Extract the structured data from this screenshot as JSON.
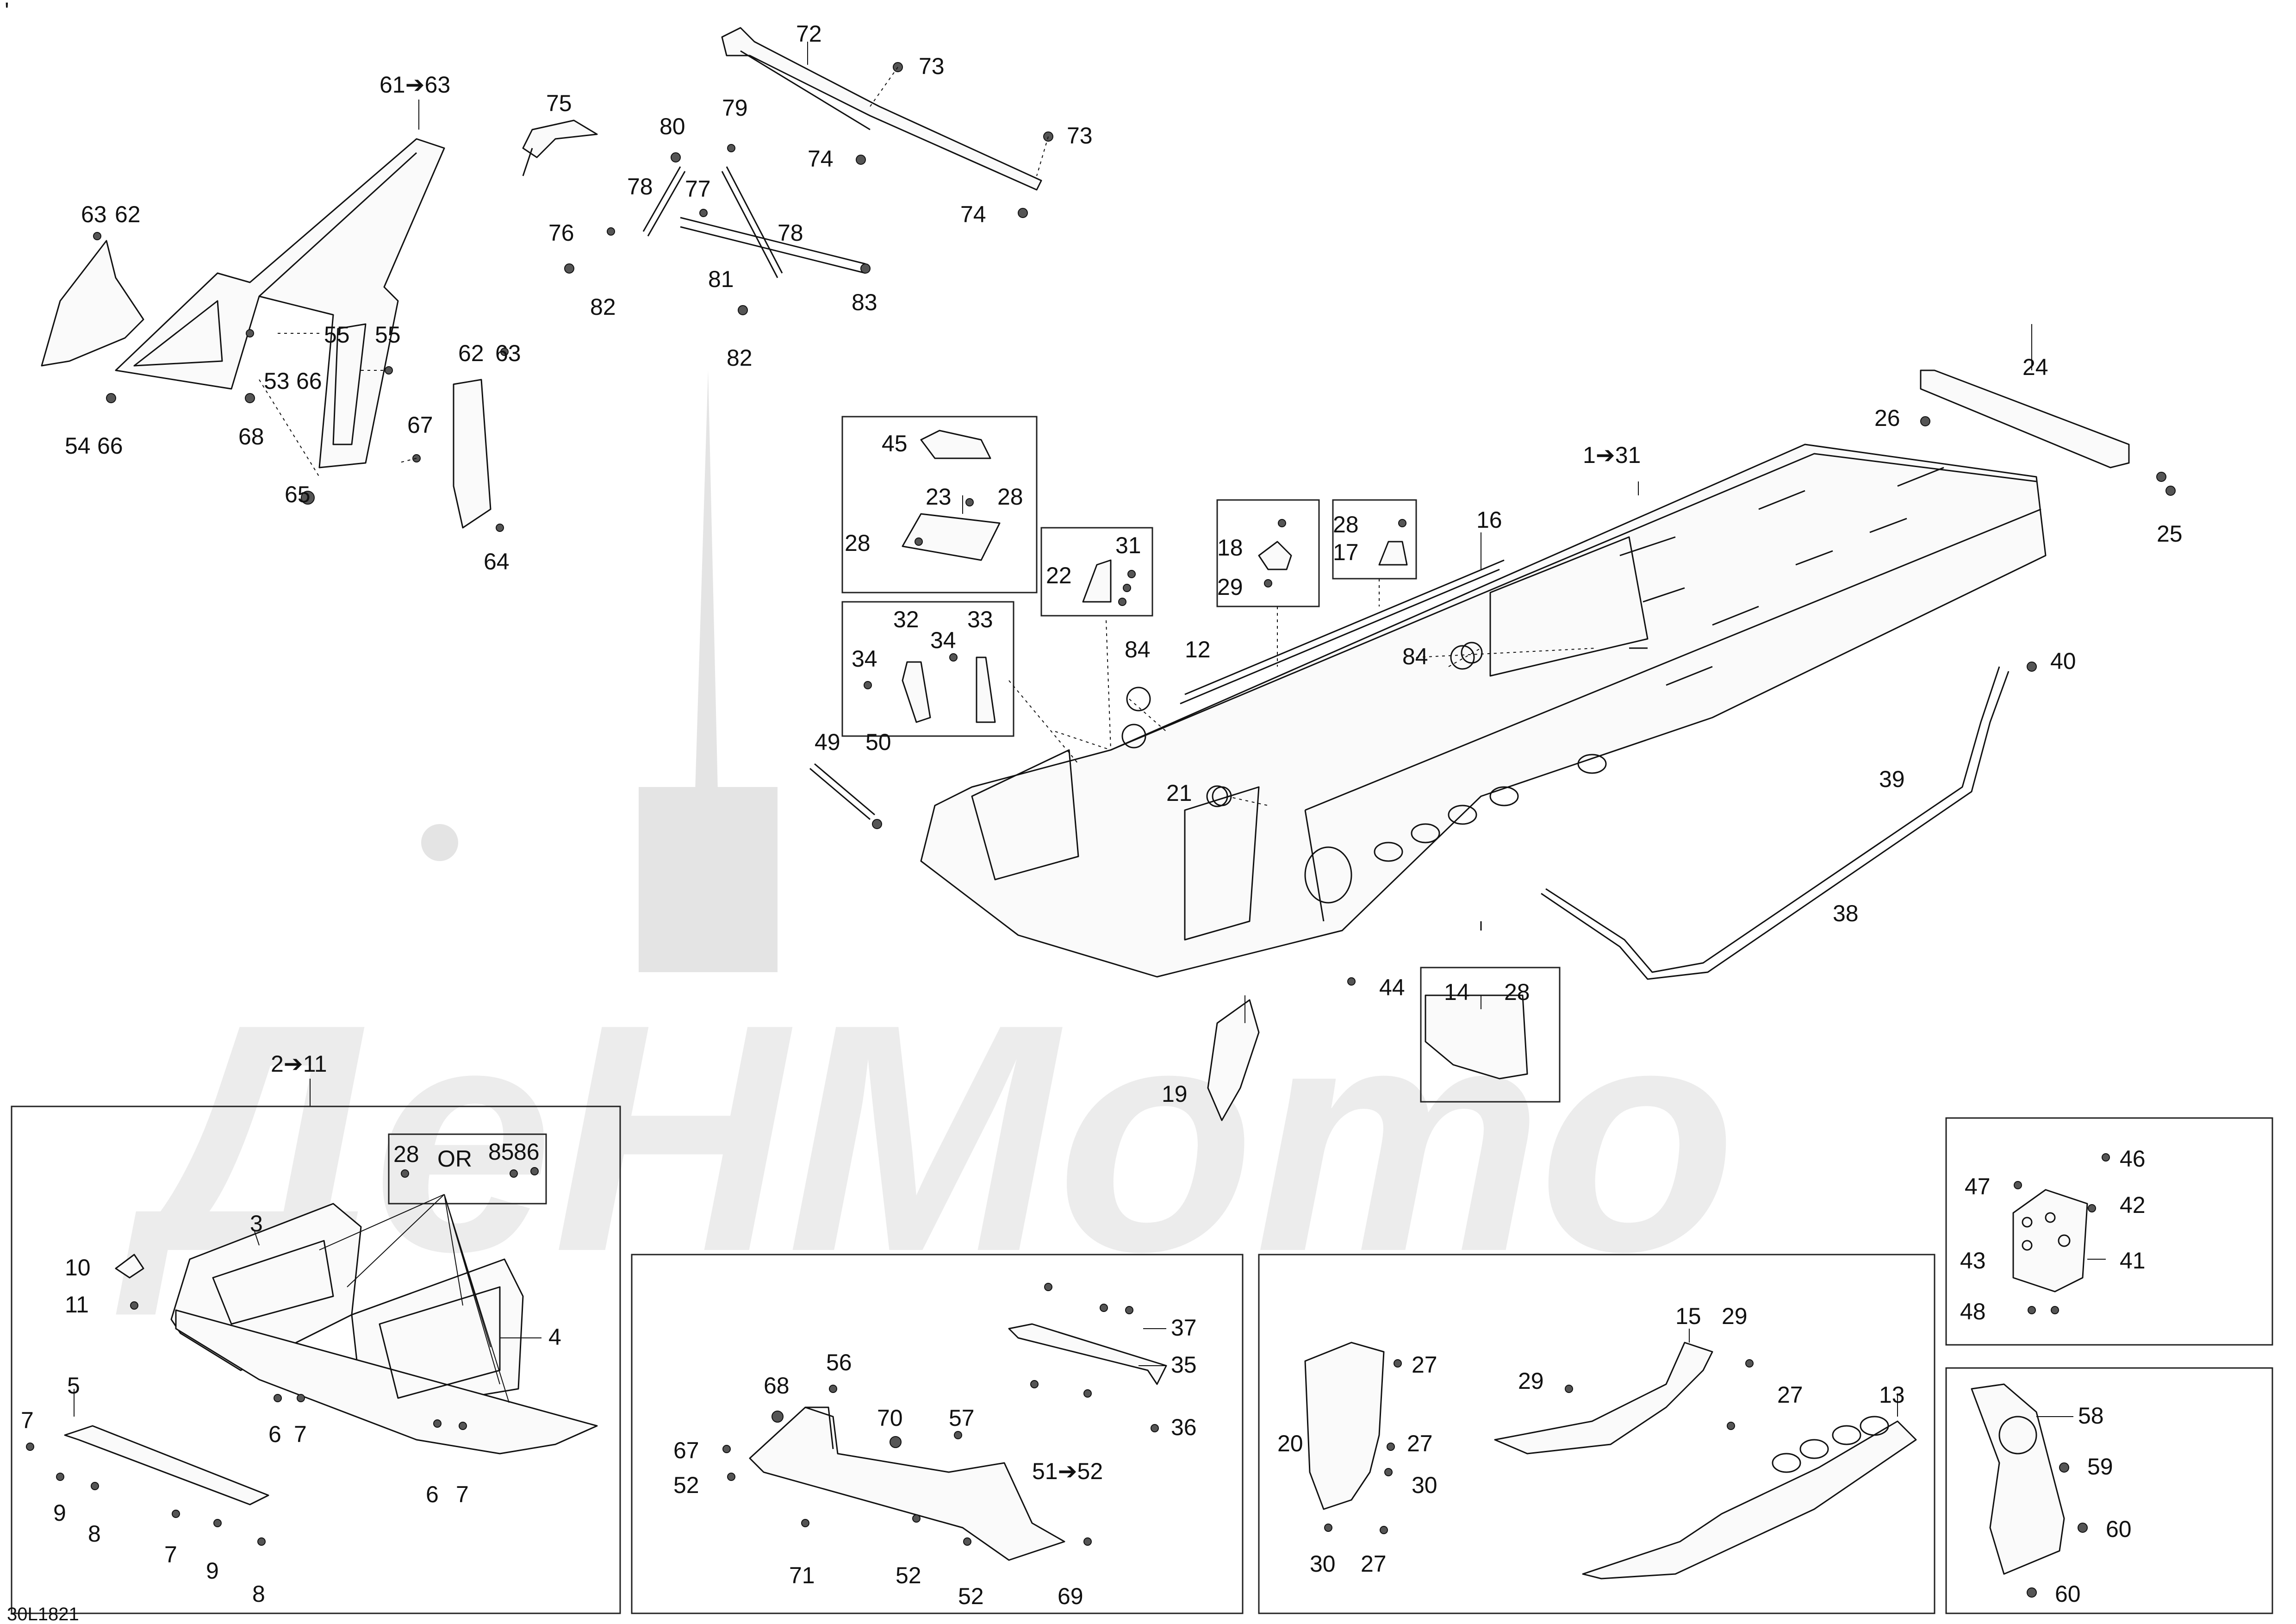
{
  "top_mark": "'",
  "diagram_code": "30L1821",
  "watermark_text": "ДеНМото",
  "or_label": "OR",
  "callouts": {
    "c61_63": "61➔63",
    "c63a": "63",
    "c62a": "62",
    "c55a": "55",
    "c55b": "55",
    "c53": "53",
    "c66a": "66",
    "c54": "54",
    "c66b": "66",
    "c68a": "68",
    "c65": "65",
    "c67a": "67",
    "c62b": "62",
    "c63b": "63",
    "c64": "64",
    "c75": "75",
    "c80": "80",
    "c79": "79",
    "c78a": "78",
    "c77": "77",
    "c76": "76",
    "c78b": "78",
    "c81": "81",
    "c82a": "82",
    "c82b": "82",
    "c83": "83",
    "c72": "72",
    "c73a": "73",
    "c74a": "74",
    "c73b": "73",
    "c74b": "74",
    "c45": "45",
    "c23": "23",
    "c28a": "28",
    "c28b": "28",
    "c22": "22",
    "c31": "31",
    "c32": "32",
    "c33": "33",
    "c34a": "34",
    "c34b": "34",
    "c18": "18",
    "c29a": "29",
    "c28c": "28",
    "c17": "17",
    "c84a": "84",
    "c12": "12",
    "c16": "16",
    "c84b": "84",
    "c1_31": "1➔31",
    "c24": "24",
    "c26": "26",
    "c25": "25",
    "c40": "40",
    "c39": "39",
    "c38": "38",
    "c49": "49",
    "c50": "50",
    "c21": "21",
    "c44": "44",
    "c14": "14",
    "c28d": "28",
    "c19": "19",
    "c2_11": "2➔11",
    "c28e": "28",
    "c85": "85",
    "c86": "86",
    "c3": "3",
    "c10": "10",
    "c11": "11",
    "c4": "4",
    "c6a": "6",
    "c7a": "7",
    "c6b": "6",
    "c7b": "7",
    "c5": "5",
    "c7c": "7",
    "c9a": "9",
    "c8a": "8",
    "c7d": "7",
    "c9b": "9",
    "c8b": "8",
    "c37": "37",
    "c35": "35",
    "c36": "36",
    "c68b": "68",
    "c56": "56",
    "c70": "70",
    "c57": "57",
    "c67b": "67",
    "c52a": "52",
    "c51_52": "51➔52",
    "c71": "71",
    "c52b": "52",
    "c52c": "52",
    "c69": "69",
    "c15": "15",
    "c29b": "29",
    "c27a": "27",
    "c29c": "29",
    "c27b": "27",
    "c13": "13",
    "c20": "20",
    "c27c": "27",
    "c30a": "30",
    "c30b": "30",
    "c27d": "27",
    "c46": "46",
    "c47": "47",
    "c42": "42",
    "c43": "43",
    "c41": "41",
    "c48": "48",
    "c58": "58",
    "c59": "59",
    "c60a": "60",
    "c60b": "60"
  }
}
